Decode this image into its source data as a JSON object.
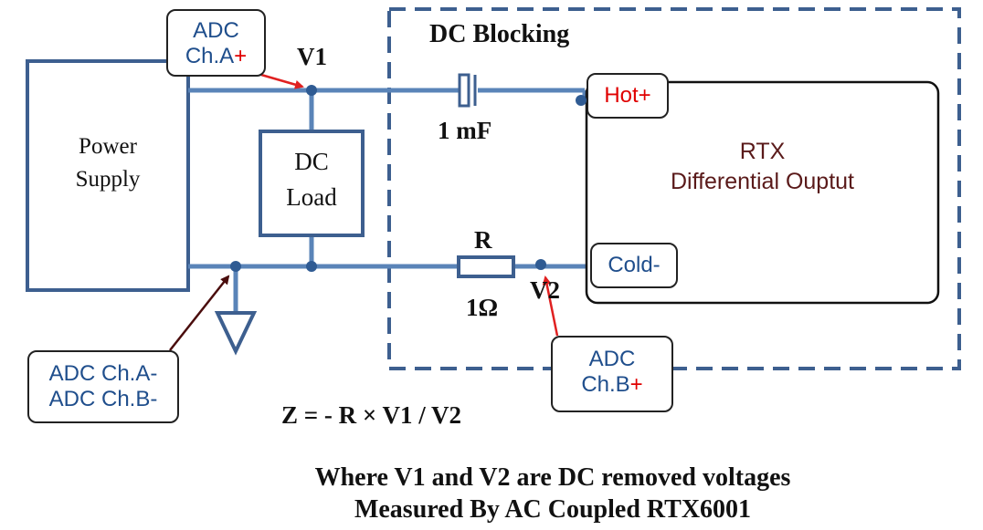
{
  "labels": {
    "power_supply_line1": "Power",
    "power_supply_line2": "Supply",
    "dc_load_line1": "DC",
    "dc_load_line2": "Load",
    "dc_blocking": "DC Blocking",
    "v1": "V1",
    "v2": "V2",
    "cap_value": "1 mF",
    "r_label": "R",
    "r_value": "1Ω",
    "hot": "Hot",
    "cold": "Cold-",
    "rtx_line1": "RTX",
    "rtx_line2": "Differential Ouptut",
    "plus_sign": "+"
  },
  "callouts": {
    "adc_cha_plus_line1": "ADC",
    "adc_cha_plus_line2": "Ch.A",
    "adc_chb_plus_line1": "ADC",
    "adc_chb_plus_line2": "Ch.B",
    "adc_minus_line1": "ADC Ch.A-",
    "adc_minus_line2": "ADC Ch.B-"
  },
  "formula": "Z = - R × V1 / V2",
  "footer": {
    "line1": "Where V1 and V2 are DC removed voltages",
    "line2": "Measured By AC Coupled RTX6001"
  },
  "colors": {
    "wire": "#5a84b8",
    "box": "#3d5f8f",
    "dash": "#3d5f8f",
    "node": "#2f5b93",
    "arrow_red": "#e02020",
    "arrow_dark": "#4a0d0d",
    "callout_text": "#1f4e8c",
    "rtx_text": "#5a1a1a"
  }
}
